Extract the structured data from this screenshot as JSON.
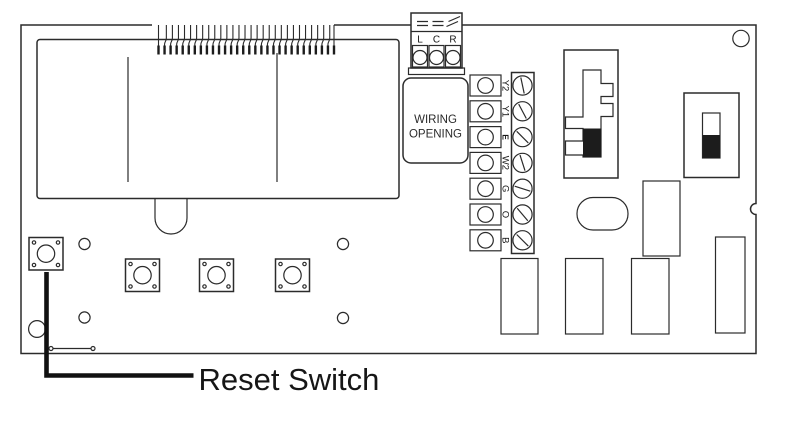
{
  "diagram": {
    "callout_label": "Reset Switch",
    "wiring_opening_lines": [
      "WIRING",
      "OPENING"
    ],
    "lcr_terminals": [
      "L",
      "C",
      "R"
    ],
    "low_voltage_terminals": [
      "Y2",
      "Y1",
      "E",
      "W2",
      "G",
      "O",
      "B"
    ],
    "icons": {
      "pin_count": 30,
      "screw_slot_angles_deg": [
        78,
        62,
        45,
        72,
        18,
        50,
        45
      ]
    },
    "colors": {
      "line": "#2b2b2b",
      "black_fill": "#1c1c1c",
      "background": "#ffffff",
      "text": "#111111"
    }
  }
}
